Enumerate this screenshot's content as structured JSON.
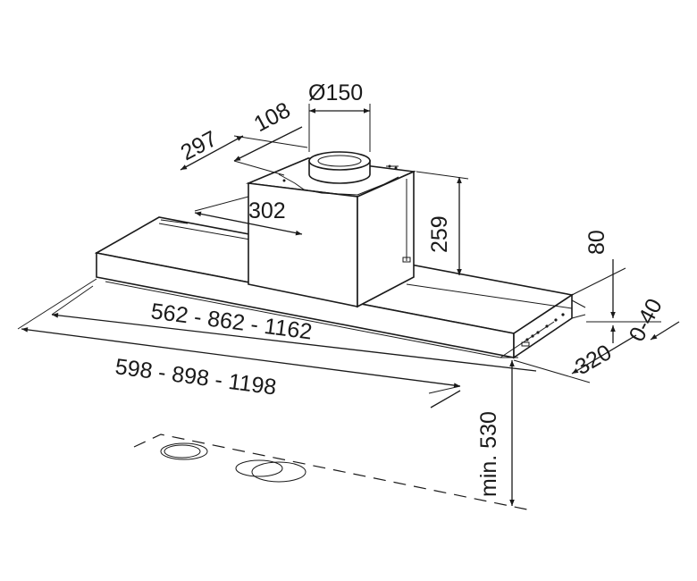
{
  "dimensions": {
    "duct_diameter": "Ø150",
    "duct_offset_108": "108",
    "depth_297": "297",
    "chimney_width_302": "302",
    "chimney_height_259": "259",
    "front_height_80": "80",
    "offset_0_40": "0-40",
    "depth_320": "320",
    "inner_width": "562 - 862 - 1162",
    "outer_width": "598 - 898 - 1198",
    "min_height": "min. 530"
  },
  "colors": {
    "line": "#1a1a1a",
    "background": "#ffffff"
  },
  "icons": [
    "range-hood-drawing",
    "cooktop-burner-icon"
  ]
}
